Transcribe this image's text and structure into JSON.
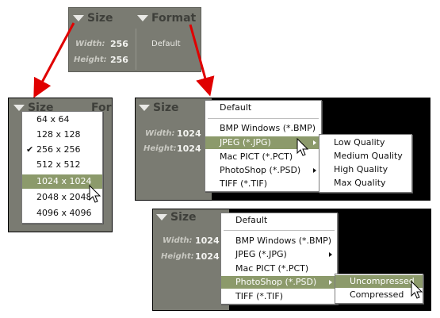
{
  "top_panel": {
    "size_header": "Size",
    "format_header": "Format",
    "width_label": "Width:",
    "width_value": "256",
    "height_label": "Height:",
    "height_value": "256",
    "format_value": "Default"
  },
  "size_panel": {
    "header": "Size",
    "format_header_partial": "For",
    "menu_items": [
      "64 x 64",
      "128 x 128",
      "256 x 256",
      "512 x 512",
      "1024 x 1024",
      "2048 x 2048",
      "4096 x 4096"
    ],
    "checked_item": "256 x 256",
    "selected_item": "1024 x 1024"
  },
  "format_panel_1": {
    "header": "Size",
    "width_label": "Width:",
    "width_value": "1024",
    "height_label": "Height:",
    "height_value": "1024",
    "menu_items": [
      "Default",
      "BMP Windows (*.BMP)",
      "JPEG (*.JPG)",
      "Mac PICT (*.PCT)",
      "PhotoShop (*.PSD)",
      "TIFF (*.TIF)"
    ],
    "selected_item": "JPEG (*.JPG)",
    "submenu_items": [
      "Low Quality",
      "Medium Quality",
      "High Quality",
      "Max Quality"
    ]
  },
  "format_panel_2": {
    "header": "Size",
    "width_label": "Width:",
    "width_value": "1024",
    "height_label": "Height:",
    "height_value": "1024",
    "menu_items": [
      "Default",
      "BMP Windows (*.BMP)",
      "JPEG (*.JPG)",
      "Mac PICT (*.PCT)",
      "PhotoShop (*.PSD)",
      "TIFF (*.TIF)"
    ],
    "selected_item": "PhotoShop (*.PSD)",
    "submenu_items": [
      "Uncompressed",
      "Compressed"
    ],
    "submenu_selected": "Uncompressed"
  },
  "icons": [
    "triangle-down-icon",
    "checkmark-icon",
    "submenu-arrow-icon",
    "mouse-cursor-icon",
    "red-arrow-icon"
  ],
  "colors": {
    "panel": "#7a7b72",
    "highlight": "#8c9a6b",
    "arrow": "#e00000"
  }
}
